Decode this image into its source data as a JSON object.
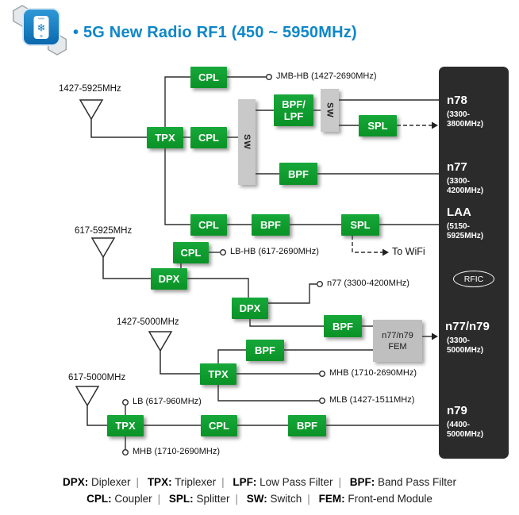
{
  "header": {
    "title": "• 5G New Radio RF1 (450 ~ 5950MHz)",
    "logo_snowflake": "❄"
  },
  "diagram": {
    "antennas": [
      {
        "label": "1427-5925MHz"
      },
      {
        "label": "617-5925MHz"
      },
      {
        "label": "1427-5000MHz"
      },
      {
        "label": "617-5000MHz"
      }
    ],
    "box_labels": {
      "cpl": "CPL",
      "tpx": "TPX",
      "dpx": "DPX",
      "bpf": "BPF",
      "spl": "SPL",
      "sw": "SW",
      "bpf_lpf": "BPF/\nLPF",
      "fem": "n77/n79\nFEM"
    },
    "terminals": {
      "jmb_hb": "JMB-HB (1427-2690MHz)",
      "lb_hb": "LB-HB (617-2690MHz)",
      "n77": "n77 (3300-4200MHz)",
      "mhb_mid": "MHB (1710-2690MHz)",
      "mlb": "MLB (1427-1511MHz)",
      "lb": "LB (617-960MHz)",
      "mhb_bottom": "MHB (1710-2690MHz)"
    },
    "to_wifi": "To WiFi",
    "panel": {
      "rfic": "RFIC",
      "bands": [
        {
          "name": "n78",
          "freq": "(3300-\n3800MHz)"
        },
        {
          "name": "n77",
          "freq": "(3300-\n4200MHz)"
        },
        {
          "name": "LAA",
          "freq": "(5150-\n5925MHz)"
        },
        {
          "name": "n77/n79",
          "freq": "(3300-\n5000MHz)"
        },
        {
          "name": "n79",
          "freq": "(4400-\n5000MHz)"
        }
      ]
    },
    "colors": {
      "green_box": "#0da32b",
      "gray_switch": "#c9c9c9",
      "fem_gray": "#bfbfbf",
      "panel_bg": "#2b2b2b",
      "title_blue": "#0e87c8",
      "wire": "#2e2e2e"
    }
  },
  "legend": {
    "separator": "|",
    "row1": [
      {
        "term": "DPX:",
        "def": "Diplexer"
      },
      {
        "term": "TPX:",
        "def": "Triplexer"
      },
      {
        "term": "LPF:",
        "def": "Low Pass Filter"
      },
      {
        "term": "BPF:",
        "def": "Band Pass Filter"
      }
    ],
    "row2": [
      {
        "term": "CPL:",
        "def": "Coupler"
      },
      {
        "term": "SPL:",
        "def": "Splitter"
      },
      {
        "term": "SW:",
        "def": "Switch"
      },
      {
        "term": "FEM:",
        "def": "Front-end Module"
      }
    ]
  }
}
